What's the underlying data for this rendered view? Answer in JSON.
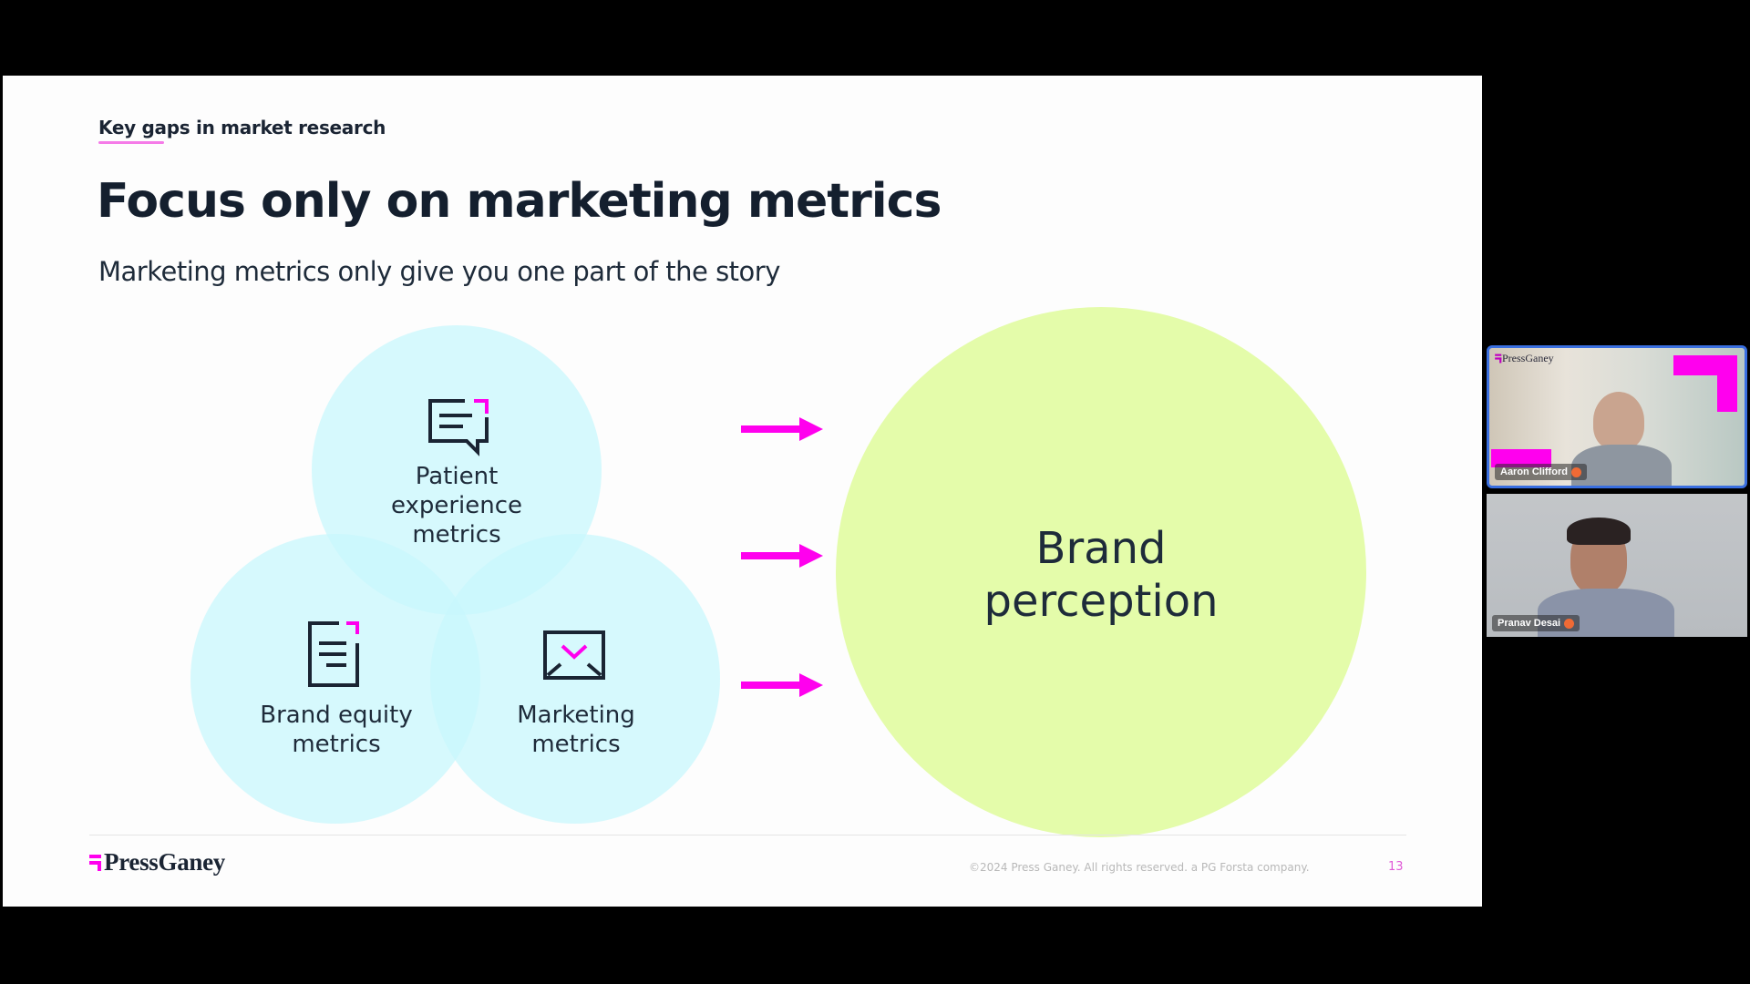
{
  "slide": {
    "eyebrow": "Key gaps in market research",
    "title": "Focus only on marketing metrics",
    "subtitle": "Marketing metrics only give you one part of the story",
    "inputs": [
      {
        "label_line1": "Patient",
        "label_line2": "experience",
        "label_line3": "metrics",
        "icon": "chat-bubble-icon"
      },
      {
        "label_line1": "Brand equity",
        "label_line2": "metrics",
        "icon": "document-icon"
      },
      {
        "label_line1": "Marketing",
        "label_line2": "metrics",
        "icon": "envelope-icon"
      }
    ],
    "outcome": {
      "line1": "Brand",
      "line2": "perception"
    },
    "footer": {
      "logo_text": "PressGaney",
      "copyright": "©2024 Press Ganey. All rights reserved. a PG Forsta company.",
      "page_number": "13"
    },
    "colors": {
      "accent": "#ff00ee",
      "circle_fill": "#c8f7fc",
      "outcome_fill": "#e4fcaa",
      "text": "#1a2433"
    }
  },
  "participants": [
    {
      "name": "Aaron Clifford",
      "background_logo": "PressGaney",
      "active_speaker": true
    },
    {
      "name": "Pranav Desai",
      "active_speaker": false
    }
  ]
}
